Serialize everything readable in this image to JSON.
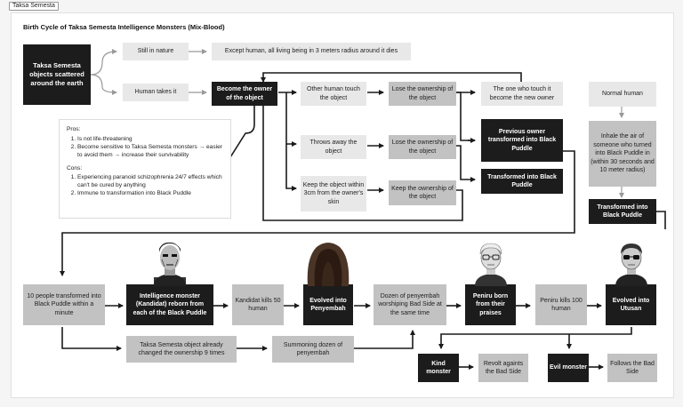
{
  "tab_label": "Taksa Semesta",
  "title": "Birth Cycle of Taksa Semesta Intelligence Monsters (Mix-Blood)",
  "nodes": {
    "scattered": "Taksa Semesta objects scattered around the earth",
    "still_nature": "Still in nature",
    "except_human": "Except human, all living being in 3 meters radius around it dies",
    "human_takes": "Human takes it",
    "become_owner": "Become the owner of the object",
    "other_touch": "Other human touch the object",
    "lose1": "Lose the ownership of the object",
    "one_who_touch": "The one who touch it become the new owner",
    "normal_human": "Normal human",
    "throws": "Throws away the object",
    "lose2": "Lose the ownership of the object",
    "prev_owner": "Previous owner transformed into Black Puddle",
    "inhale": "Inhale the air of someone who turned into Black Puddle in (within 30 seconds and 10 meter radius)",
    "keep3cm": "Keep the object within 3cm from the owner's skin",
    "keep_own": "Keep the ownership of the object",
    "transformed_bp": "Transformed into Black Puddle",
    "transformed_bp2": "Transformed into Black Puddle",
    "ten_people": "10 people transformed into Black Puddle within a minute",
    "intel_monster": "Intelligence monster (Kandidat) reborn from each of the Black Puddle",
    "kandidat_kills": "Kandidat kills 50 human",
    "evolved_peny": "Evolved into Penyembah",
    "dozen_worship": "Dozen of penyembah worshiping Bad Side at the same time",
    "peniru_born": "Peniru born from their praises",
    "peniru_kills": "Peniru kills 100 human",
    "evolved_utusan": "Evolved into Utusan",
    "changed9": "Taksa Semesta object already changed the ownership 9 times",
    "summoning": "Summoning dozen of penyembah",
    "kind": "Kind monster",
    "revolt": "Revolt againts the Bad Side",
    "evil": "Evil monster",
    "follows": "Follows the Bad Side"
  },
  "pros_cons": {
    "pros_title": "Pros:",
    "pros": [
      "Is not life-threatening",
      "Become sensitive to Taksa Semesta monsters → easier to avoid them → increase their survivability"
    ],
    "cons_title": "Cons:",
    "cons": [
      "Experiencing paranoid schizophrenia 24/7 effects which can't be cured by anything",
      "Immune to transformation into Black Puddle"
    ]
  },
  "colors": {
    "dark": "#1c1c1c",
    "light": "#e8e8e8",
    "mid": "#c2c2c2",
    "line": "#1a1a1a",
    "faint_arrow": "#b5b5b5"
  }
}
